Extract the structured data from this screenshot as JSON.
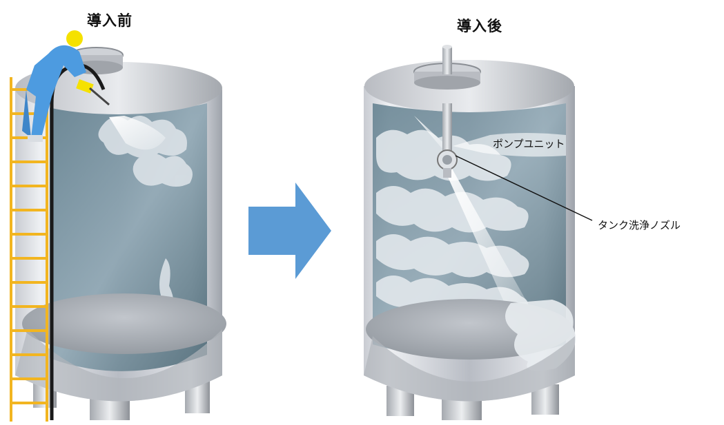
{
  "titles": {
    "before": "導入前",
    "after": "導入後"
  },
  "labels": {
    "pump_unit": "ポンプユニット",
    "tank_nozzle": "タンク洗浄ノズル"
  },
  "icons": {
    "transition": "right-arrow-icon"
  },
  "colors": {
    "arrow": "#5b9bd5",
    "ladder": "#f2b520",
    "worker_suit": "#4d9be0",
    "helmet": "#f5e100"
  }
}
